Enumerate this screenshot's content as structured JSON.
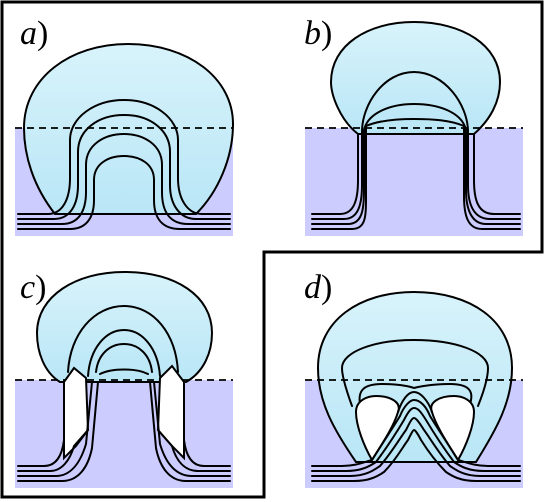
{
  "panels": [
    {
      "id": "a",
      "letter": "a",
      "paren": ")"
    },
    {
      "id": "b",
      "letter": "b",
      "paren": ")"
    },
    {
      "id": "c",
      "letter": "c",
      "paren": ")"
    },
    {
      "id": "d",
      "letter": "d",
      "paren": ")"
    }
  ],
  "colors": {
    "substrate": "#ccccff",
    "bubble_top": "#d8f3fb",
    "bubble_bottom": "#b9e6f6",
    "outline": "#000000",
    "frame": "#000000",
    "background": "#ffffff"
  }
}
